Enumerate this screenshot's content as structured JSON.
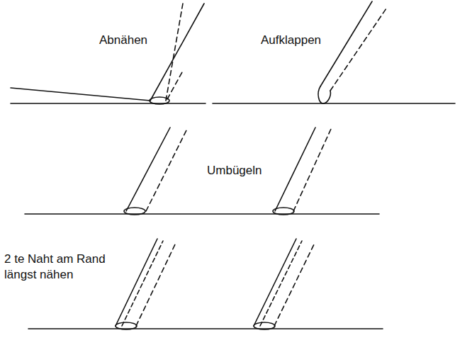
{
  "diagram": {
    "labels": [
      "Abnähen",
      "Aufklappen",
      "Umbügeln",
      "2 te Naht am Rand längst nähen"
    ]
  }
}
